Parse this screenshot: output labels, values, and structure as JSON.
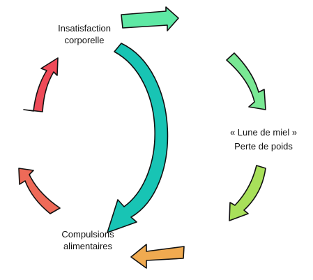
{
  "labels": {
    "top": [
      "Insatisfaction",
      "corporelle"
    ],
    "right": [
      "« Lune de miel »",
      "Perte de poids"
    ],
    "bottom": [
      "Compulsions",
      "alimentaires"
    ]
  },
  "colors": {
    "arrow_1": "#5ee8a4",
    "arrow_2": "#79e894",
    "arrow_3": "#a8e05a",
    "arrow_4": "#f0aa50",
    "arrow_5": "#ee6a58",
    "arrow_6": "#ee4a58",
    "arrow_center": "#18c4b4",
    "outline": "#111111"
  },
  "icons": {
    "cycle_arrows": "curved-arrow-icon",
    "center_arrow": "curved-arrow-icon"
  }
}
